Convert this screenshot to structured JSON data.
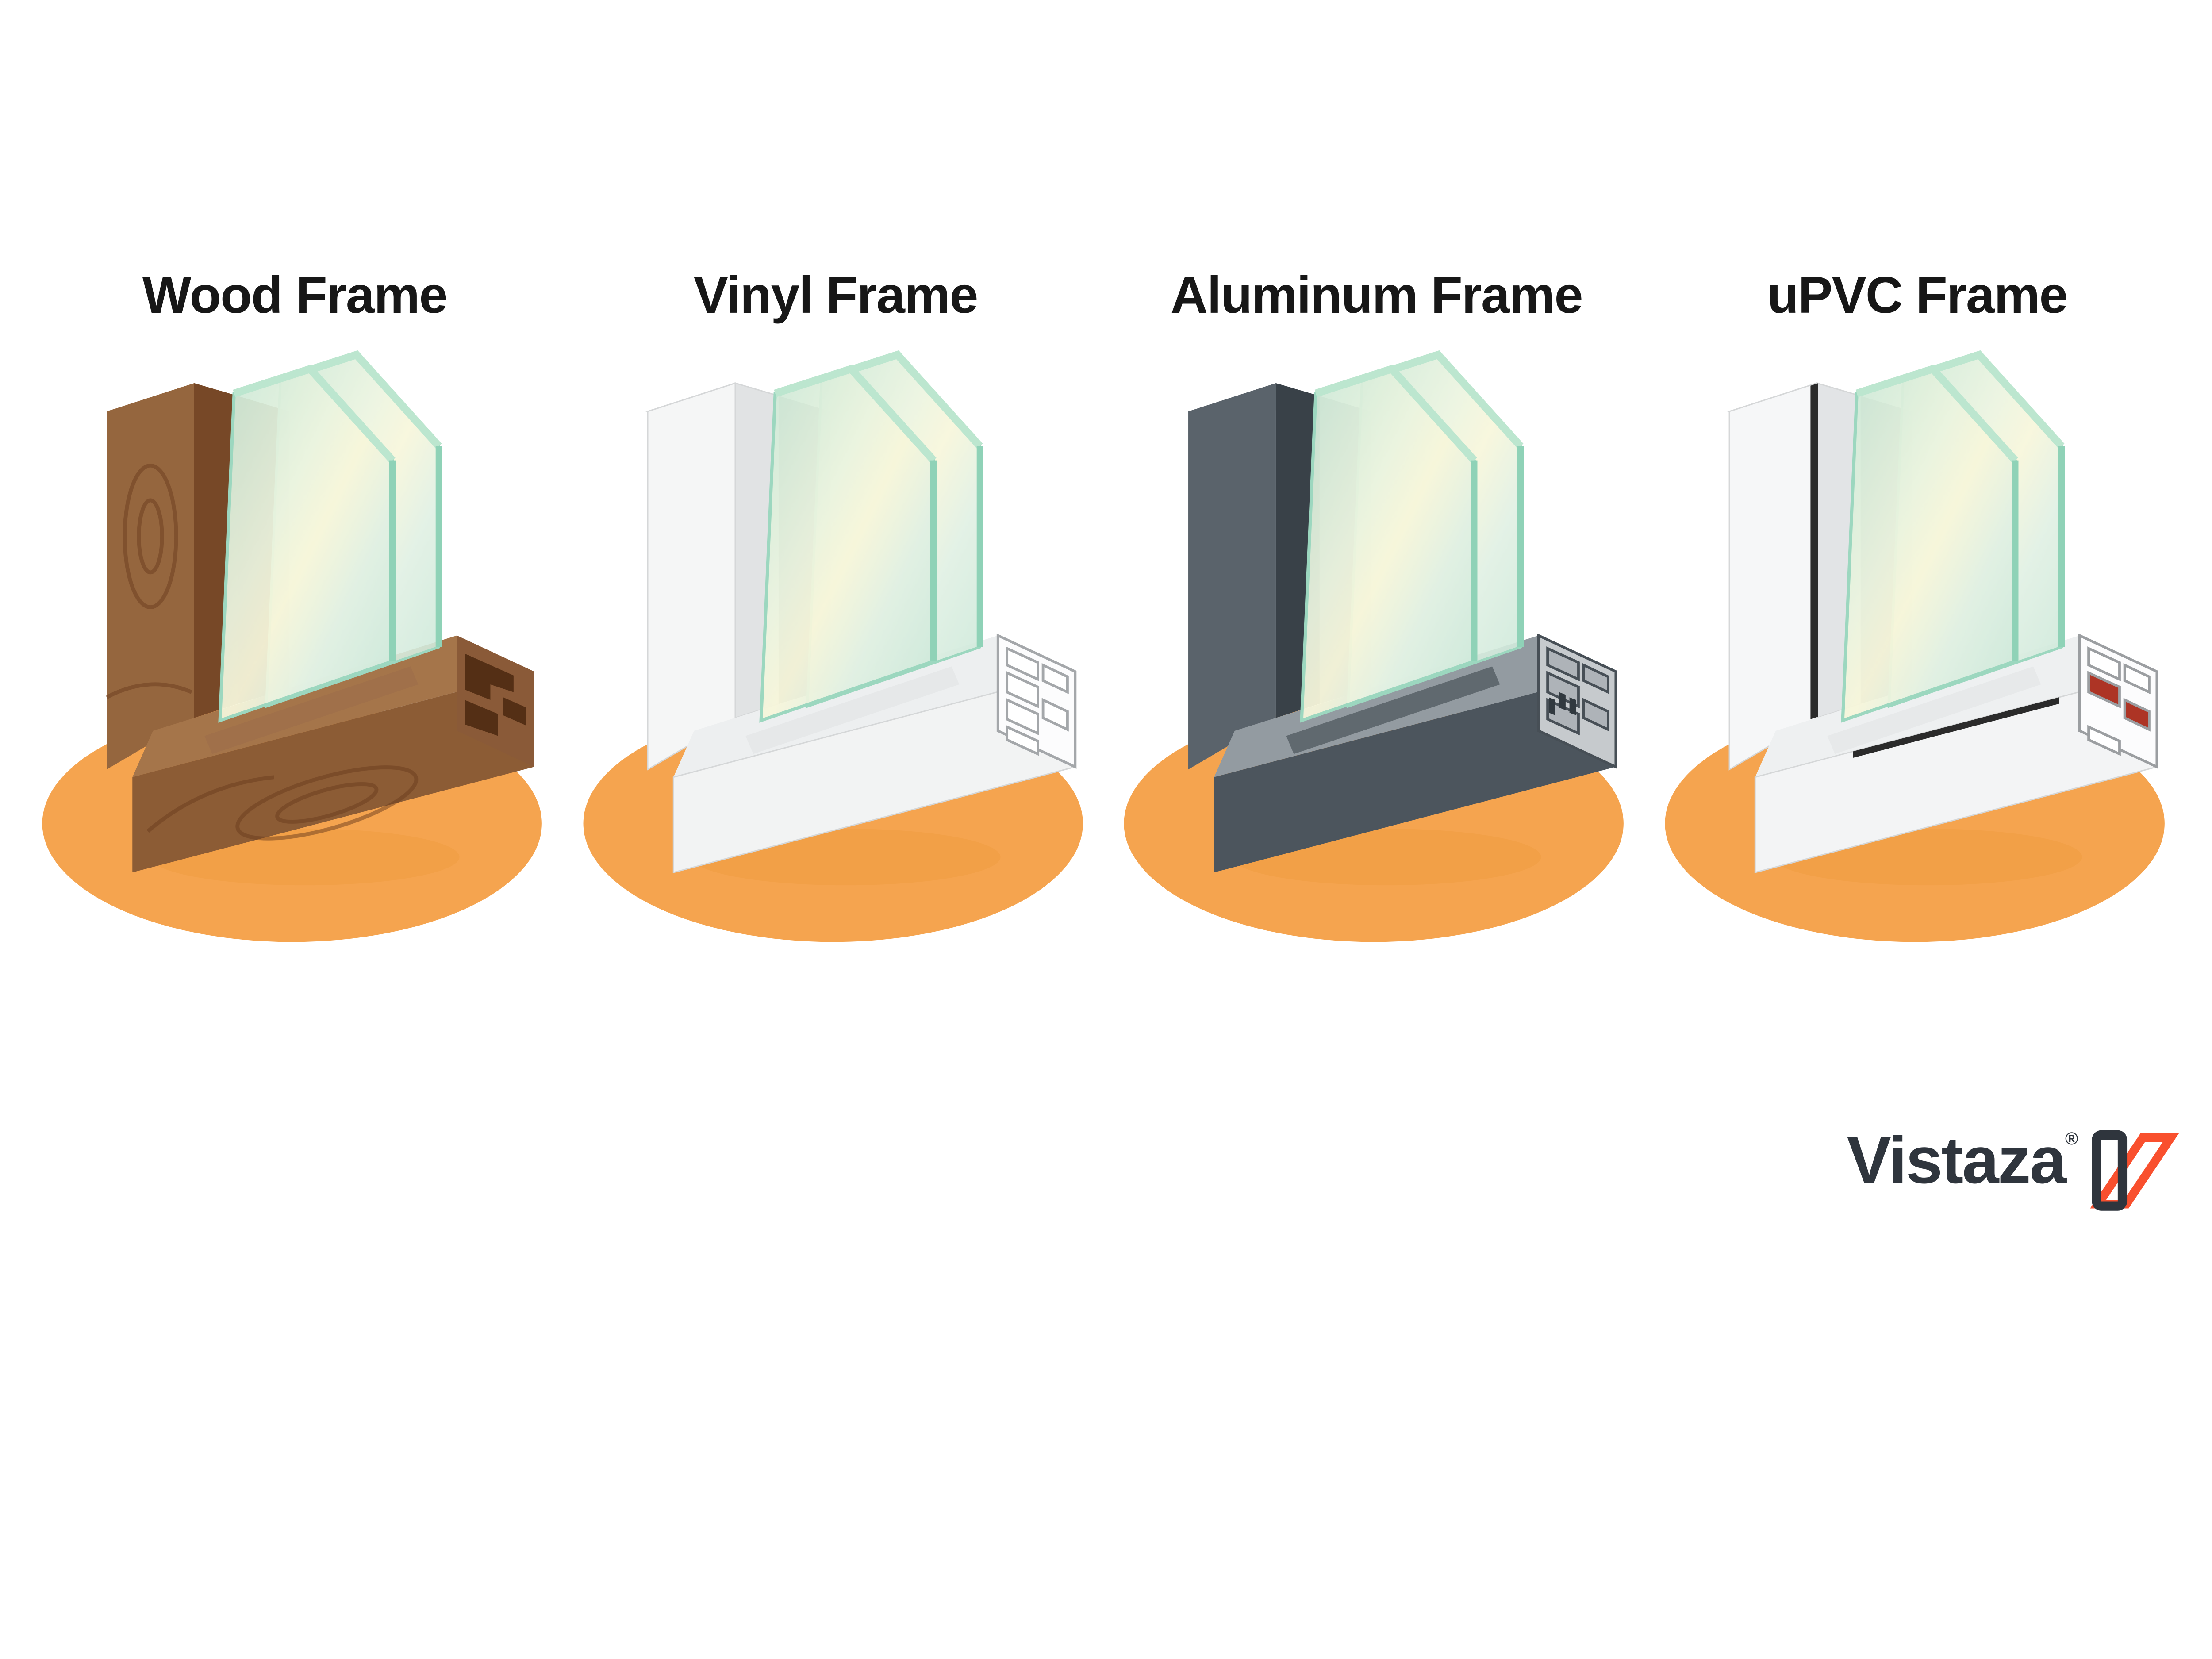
{
  "shared": {
    "background": "#ffffff",
    "title_color": "#171717",
    "ellipse": "#f5a44f",
    "ellipse_shadow": "#ee9a3c",
    "glass": {
      "g0": "#c9e7d6",
      "g1": "#ebf4df",
      "g2": "#f7f6da",
      "g3": "#e0f0e3",
      "g4": "#c9e7d8",
      "edge": "#9cd7bf",
      "edge_top": "#bce6cf",
      "edge_right": "#8fd2b7"
    }
  },
  "frames": [
    {
      "label": "Wood Frame",
      "material": "wood",
      "colors": {
        "front": "#95663e",
        "side": "#774827",
        "cap": "#a97b50",
        "reveal": "#6e4124",
        "silltop": "#a5754a",
        "sillfront": "#8c5c35",
        "bead": "#a0704a",
        "section_face": "#8a5a38",
        "section_fill": "#542f15",
        "section_stroke": "none",
        "outline": "none",
        "grain": "#6a3c1f"
      }
    },
    {
      "label": "Vinyl Frame",
      "material": "vinyl",
      "colors": {
        "front": "#f5f6f6",
        "side": "#e1e3e4",
        "cap": "#fbfbfb",
        "reveal": "#8f9396",
        "silltop": "#edeff0",
        "sillfront": "#f2f3f3",
        "bead": "#e6e8e9",
        "section_face": "#fcfcfd",
        "section_fill": "#ffffff",
        "section_stroke": "#a4a7aa",
        "outline": "#d5d7d8"
      }
    },
    {
      "label": "Aluminum Frame",
      "material": "aluminum",
      "colors": {
        "front": "#5a636b",
        "side": "#394148",
        "cap": "#6f787f",
        "reveal": "#828b92",
        "silltop": "#939ba1",
        "sillfront": "#4c555d",
        "bead": "#60696f",
        "section_face": "#c6cacd",
        "section_fill": "#aeb3b8",
        "section_stroke": "#474f56",
        "outline": "none",
        "fins": "#31393f"
      }
    },
    {
      "label": "uPVC Frame",
      "material": "upvc",
      "colors": {
        "front": "#f6f7f8",
        "side": "#e2e4e6",
        "cap": "#fcfcfc",
        "reveal": "#989c9f",
        "silltop": "#eef0f1",
        "sillfront": "#f3f4f5",
        "bead": "#e7e9ea",
        "section_face": "#fcfcfd",
        "section_fill": "#ffffff",
        "section_stroke": "#9b9ea1",
        "outline": "#d5d7d8",
        "accent": "#ad3425",
        "gasket": "#2b2b2b"
      }
    }
  ],
  "logo": {
    "text": "Vistaza",
    "registered": "®",
    "text_color": "#2f353d",
    "bar_dark": "#2f353d",
    "bar_orange": "#f9502e"
  }
}
